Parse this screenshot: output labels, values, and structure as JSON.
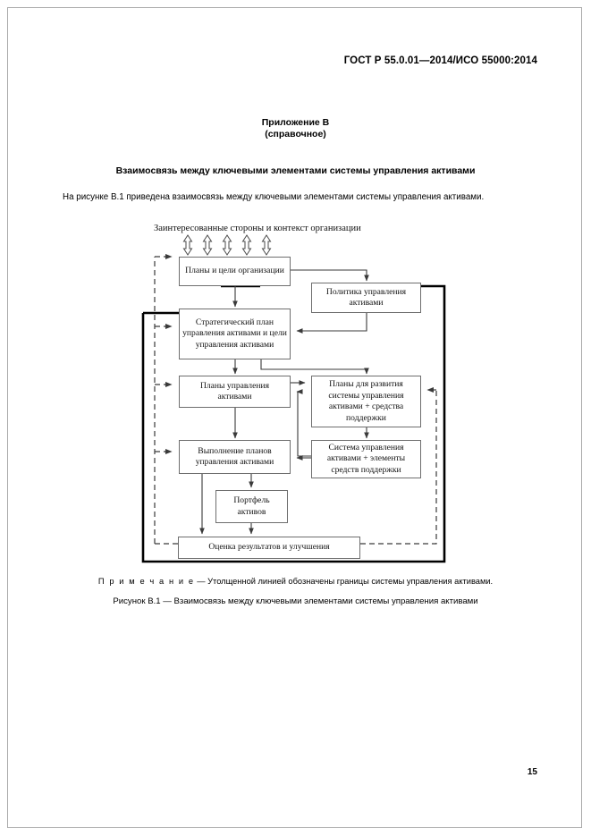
{
  "document": {
    "header": "ГОСТ Р 55.0.01—2014/ИСО 55000:2014",
    "annex_title": "Приложение В",
    "annex_subtitle": "(справочное)",
    "section_title": "Взаимосвязь между ключевыми элементами системы управления активами",
    "intro_paragraph": "На рисунке В.1 приведена взаимосвязь между ключевыми элементами системы управления активами.",
    "note_label": "П р и м е ч а н и е",
    "note_text": "— Утолщенной линией обозначены границы системы управления активами.",
    "figure_caption": "Рисунок В.1 — Взаимосвязь между ключевыми элементами системы управления активами",
    "page_number": "15"
  },
  "diagram": {
    "stakeholders_label": "Заинтересованные стороны и контекст организации",
    "nodes": {
      "plans_goals": "Планы и цели организации",
      "policy": "Политика  управления активами",
      "strategic_plan": "Стратегический план управления активами и цели управления активами",
      "asset_management_plans": "Планы управления активами",
      "development_plans": "Планы для развития системы управления активами + средства поддержки",
      "execution": "Выполнение планов управления активами",
      "system": "Система управления активами + элементы средств поддержки",
      "portfolio": "Портфель активов",
      "evaluation": "Оценка результатов  и улучшения"
    },
    "double_arrow_count": 5,
    "boundary_note": "Утолщенной линией обозначены границы системы управления активами",
    "colors": {
      "box_border": "#6e6e6e",
      "connector": "#3a3a3a",
      "boundary": "#000000",
      "page_frame": "#aaaaaa"
    }
  }
}
